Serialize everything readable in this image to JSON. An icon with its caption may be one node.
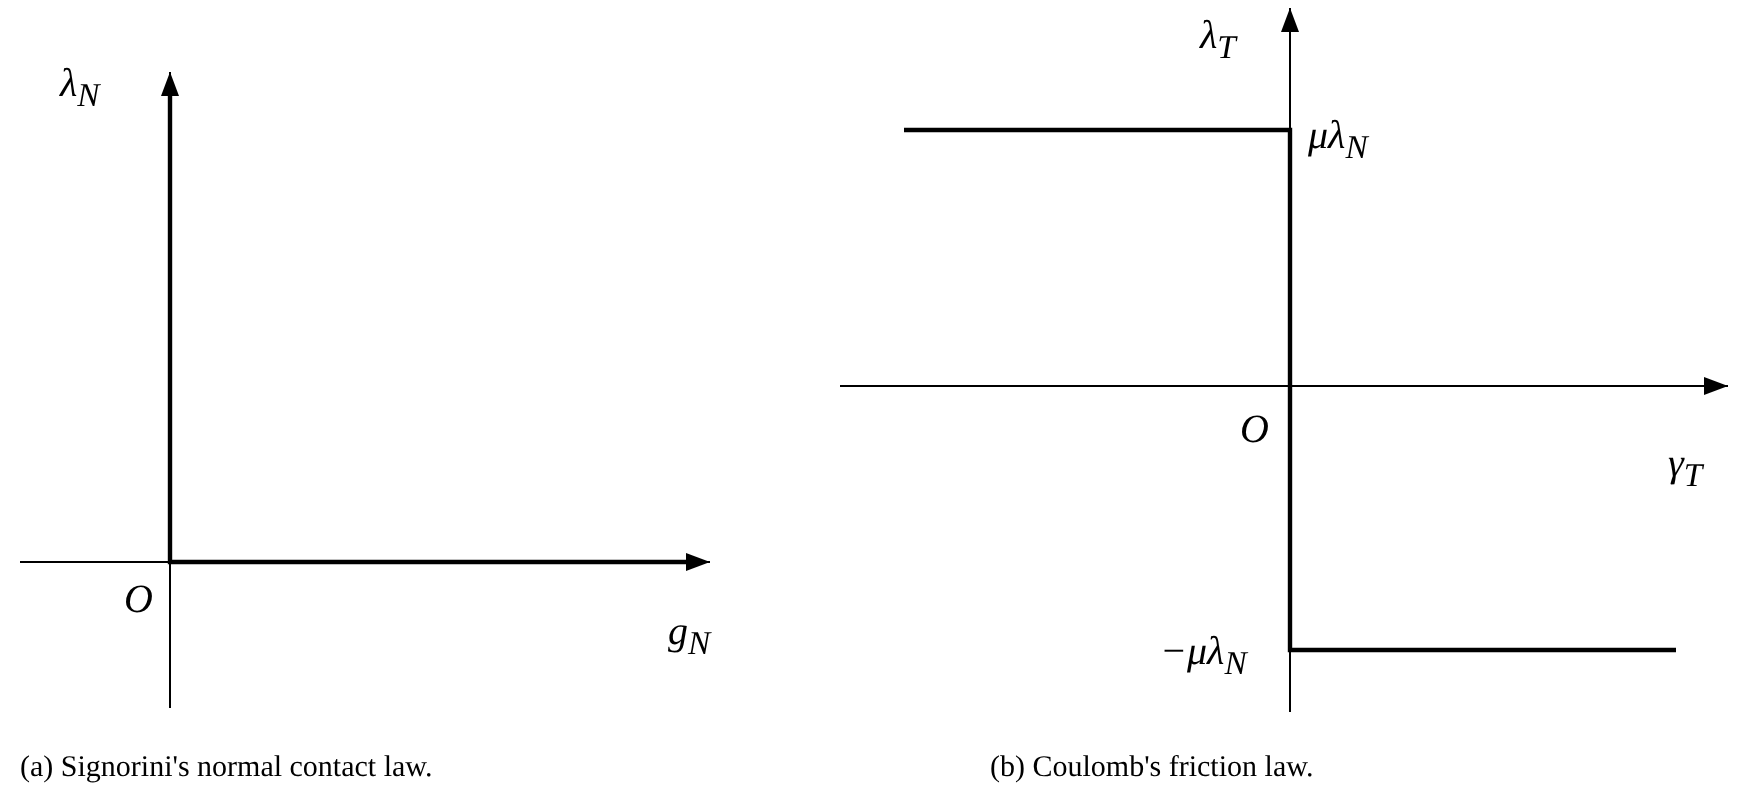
{
  "diagram": {
    "labels": [
      "λ$_{N}$",
      "O",
      "g$_{N}$",
      "(a) Signorini's normal contact law.",
      "λ$_{T}$",
      "μλ$_{N}$",
      "O",
      "γ$_{T}$",
      "−μλ$_{N}$",
      "(b) Coulomb's friction law."
    ]
  }
}
